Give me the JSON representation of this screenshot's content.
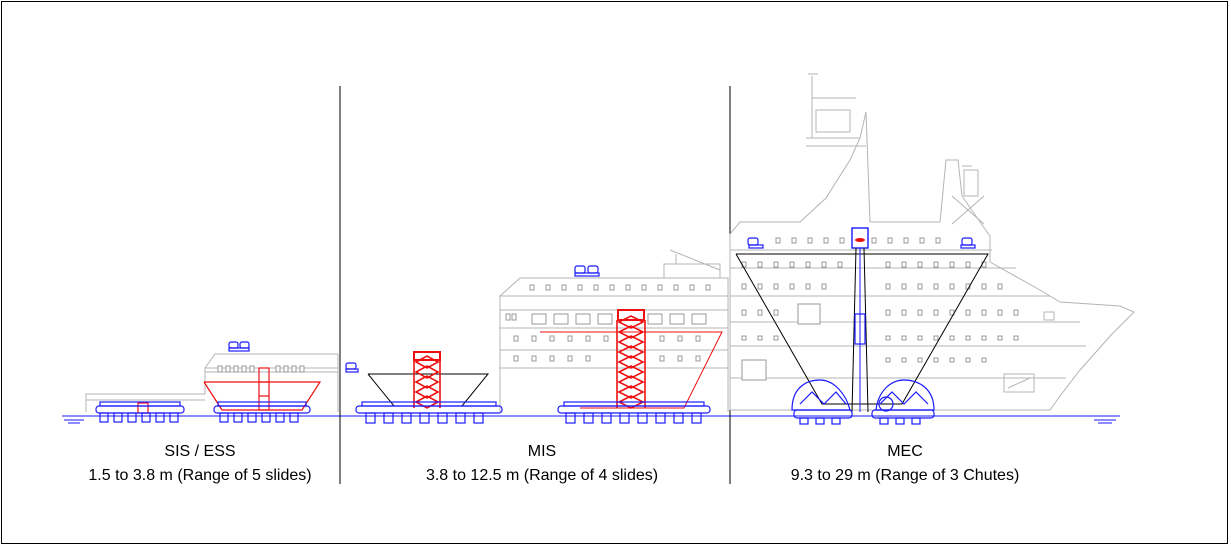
{
  "colors": {
    "ship_outline": "#b4b4b4",
    "blue_equipment": "#1a1aff",
    "red_slide": "#ee1111",
    "divider": "#000000"
  },
  "sections": [
    {
      "id": "sis",
      "title": "SIS / ESS",
      "range": "1.5 to 3.8 m (Range of 5 slides)"
    },
    {
      "id": "mis",
      "title": "MIS",
      "range": "3.8 to 12.5 m (Range of 4 slides)"
    },
    {
      "id": "mec",
      "title": "MEC",
      "range": "9.3 to 29 m (Range of 3 Chutes)"
    }
  ]
}
